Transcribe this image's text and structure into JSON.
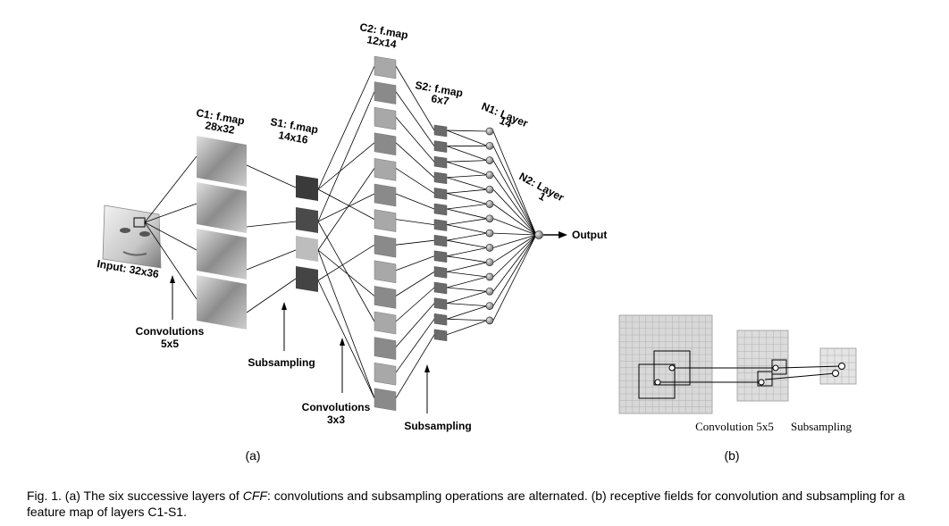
{
  "labels": {
    "input": "Input: 32x36",
    "c1_title": "C1: f.map",
    "c1_size": "28x32",
    "s1_title": "S1: f.map",
    "s1_size": "14x16",
    "c2_title": "C2: f.map",
    "c2_size": "12x14",
    "s2_title": "S2: f.map",
    "s2_size": "6x7",
    "n1_title": "N1: Layer",
    "n1_size": "14",
    "n2_title": "N2: Layer",
    "n2_size": "1",
    "output": "Output",
    "conv5_line1": "Convolutions",
    "conv5_line2": "5x5",
    "subsampling1": "Subsampling",
    "conv3_line1": "Convolutions",
    "conv3_line2": "3x3",
    "subsampling2": "Subsampling",
    "panel_a": "(a)",
    "panel_b": "(b)",
    "b_conv": "Convolution 5x5",
    "b_sub": "Subsampling"
  },
  "caption": {
    "prefix": "Fig. 1. (a) The six successive layers of ",
    "emph": "CFF",
    "suffix": ": convolutions and subsampling operations are alternated. (b) receptive fields for convolution and subsampling for a feature map of layers C1-S1."
  },
  "colors": {
    "line": "#000000",
    "map_light": "#d6d6d6",
    "map_dark": "#5a5a5a",
    "neuron": "#9a9a9a",
    "grid": "#b0b0b0"
  }
}
